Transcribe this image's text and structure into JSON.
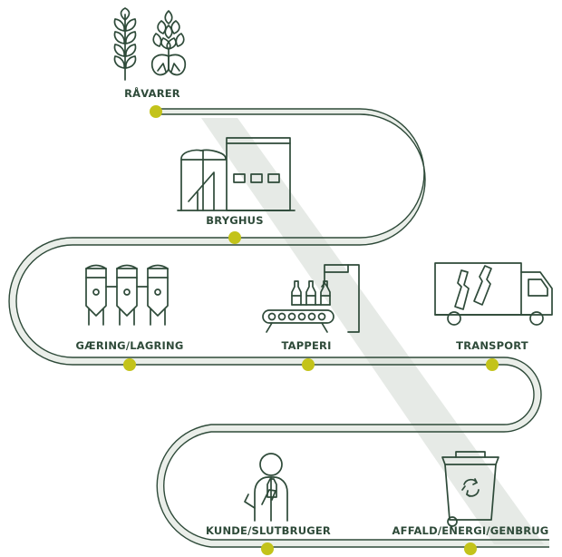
{
  "colors": {
    "path_fill": "#eaeee9",
    "path_stroke": "#2e4a39",
    "icon": "#2e4a39",
    "dot": "#c3c31a",
    "label": "#2e4a39"
  },
  "stages": [
    {
      "label": "RÅVARER",
      "icon": "wheat-and-hops-icon"
    },
    {
      "label": "BRYGHUS",
      "icon": "brewery-building-icon"
    },
    {
      "label": "GÆRING/LAGRING",
      "icon": "fermentation-tanks-icon"
    },
    {
      "label": "TAPPERI",
      "icon": "bottling-line-icon"
    },
    {
      "label": "TRANSPORT",
      "icon": "delivery-truck-icon"
    },
    {
      "label": "KUNDE/SLUTBRUGER",
      "icon": "consumer-with-bottle-icon"
    },
    {
      "label": "AFFALD/ENERGI/GENBRUG",
      "icon": "recycling-bin-icon"
    }
  ]
}
